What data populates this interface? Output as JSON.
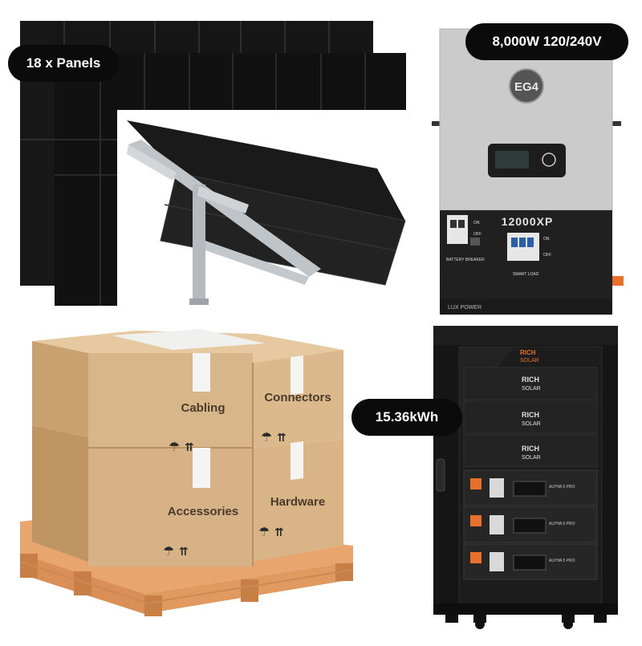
{
  "labels": {
    "panels": "18 x Panels",
    "inverter": "8,000W 120/240V",
    "battery": "15.36kWh"
  },
  "inverter": {
    "brand": "EG4",
    "model": "12000XP",
    "breaker_label": "BATTERY BREAKER",
    "load_label": "SMART LOAD",
    "on_label": "ON",
    "off_label": "OFF",
    "footer": "LUX POWER"
  },
  "boxes": {
    "cabling": "Cabling",
    "connectors": "Connectors",
    "accessories": "Accessories",
    "hardware": "Hardware"
  },
  "rack": {
    "brand_line1": "RICH",
    "brand_line2": "SOLAR",
    "battery_model": "ALPHA 5 PRO"
  },
  "colors": {
    "pill_bg": "#0b0b0b",
    "panel": "#141414",
    "box": "#d6b288",
    "pallet": "#e4a36e",
    "inverter_body": "#c9c9c9",
    "accent_orange": "#e8702a"
  }
}
